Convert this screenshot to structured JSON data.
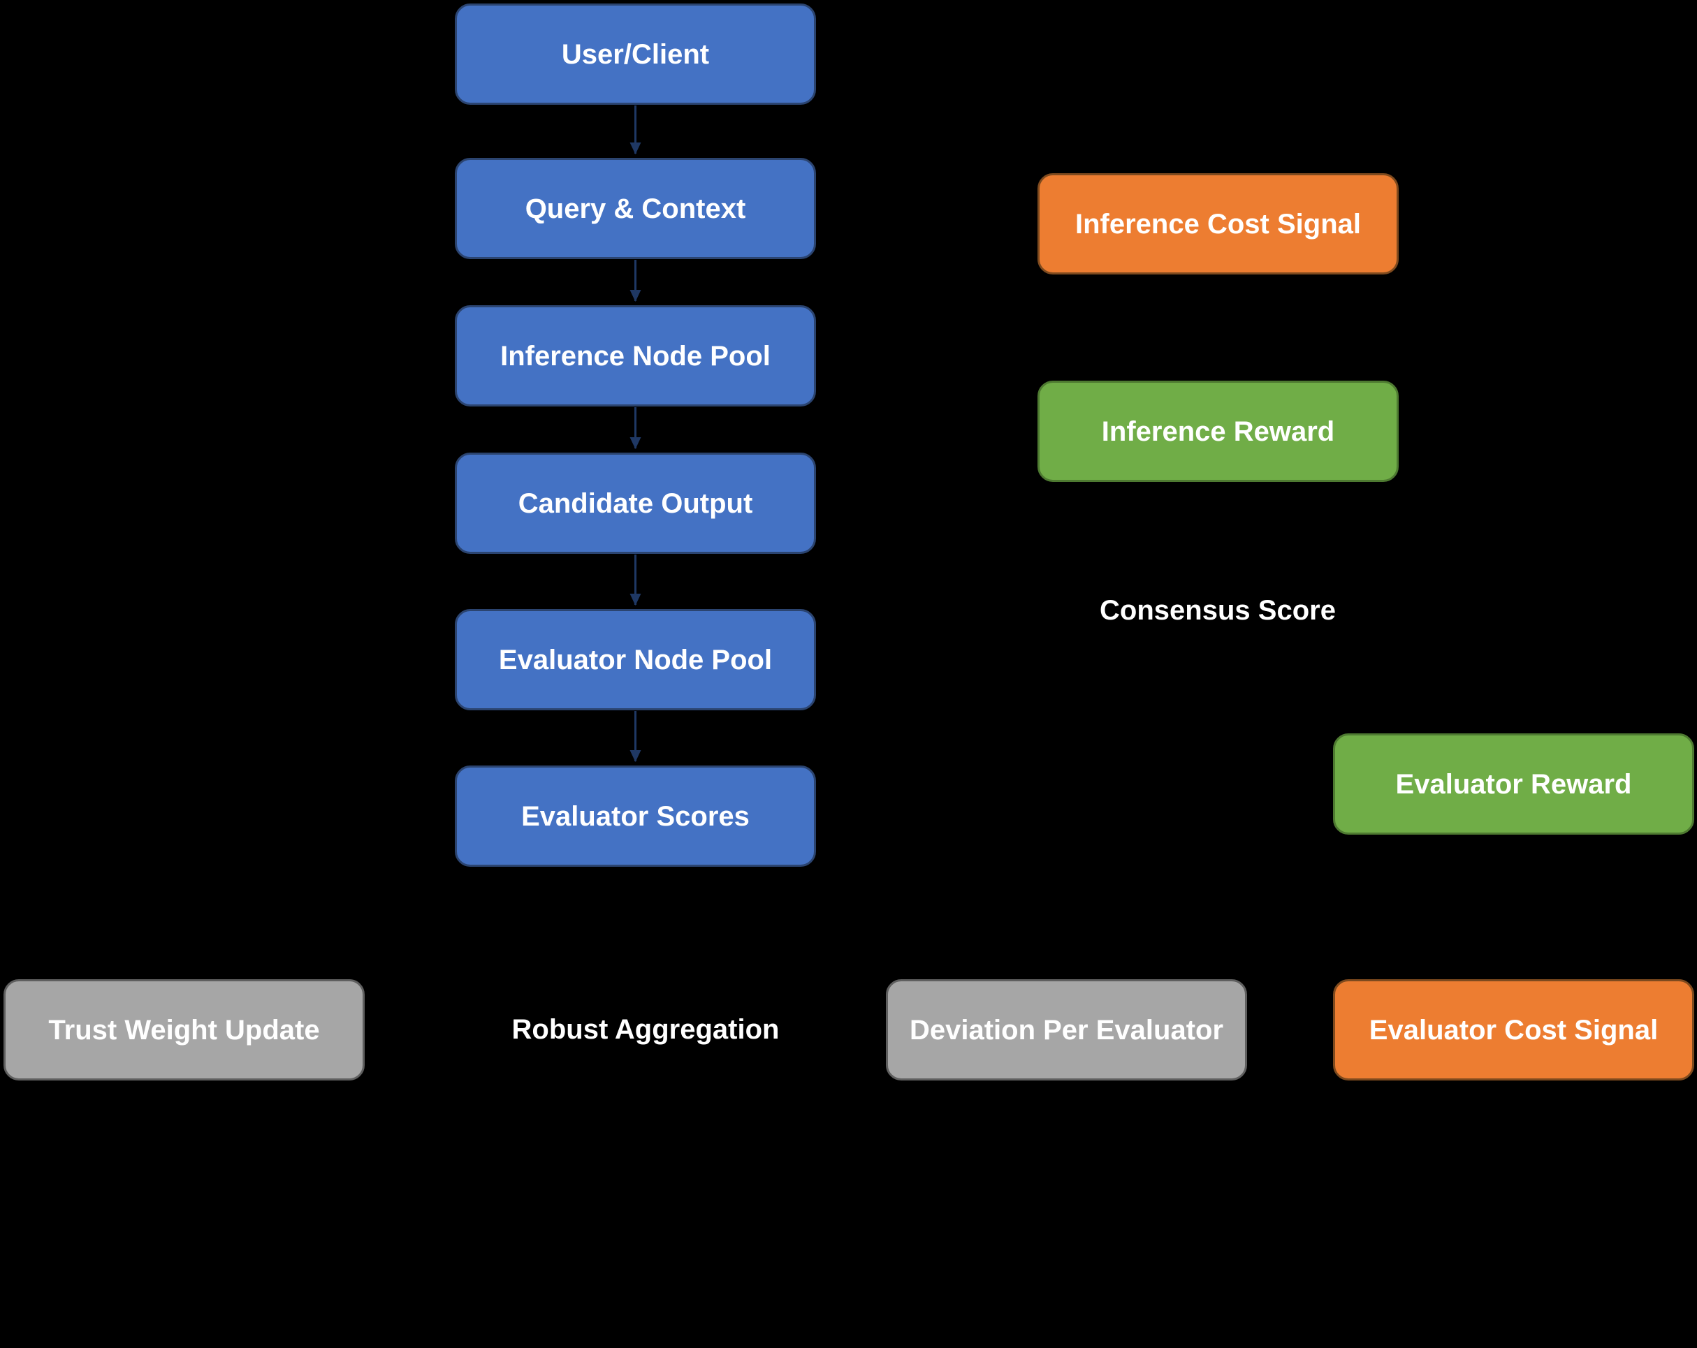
{
  "nodes": {
    "user_client": "User/Client",
    "query_context": "Query & Context",
    "inference_node_pool": "Inference Node Pool",
    "candidate_output": "Candidate Output",
    "evaluator_node_pool": "Evaluator Node Pool",
    "evaluator_scores": "Evaluator Scores",
    "inference_cost_signal": "Inference Cost Signal",
    "inference_reward": "Inference Reward",
    "evaluator_reward": "Evaluator Reward",
    "trust_weight_update": "Trust Weight Update",
    "deviation_per_evaluator": "Deviation Per Evaluator",
    "evaluator_cost_signal": "Evaluator Cost Signal"
  },
  "floating_labels": {
    "consensus_score": "Consensus Score",
    "robust_aggregation": "Robust Aggregation"
  },
  "edges": [
    {
      "from": "User/Client",
      "to": "Query & Context"
    },
    {
      "from": "Query & Context",
      "to": "Inference Node Pool"
    },
    {
      "from": "Inference Node Pool",
      "to": "Candidate Output"
    },
    {
      "from": "Candidate Output",
      "to": "Evaluator Node Pool"
    },
    {
      "from": "Evaluator Node Pool",
      "to": "Evaluator Scores"
    }
  ],
  "colors": {
    "background": "#000000",
    "process_blue": "#4472C4",
    "process_blue_border": "#2B4470",
    "cost_orange": "#ED7D31",
    "cost_orange_border": "#7E4A1E",
    "reward_green": "#70AD47",
    "reward_green_border": "#4E7A31",
    "neutral_gray": "#A6A6A6",
    "neutral_gray_border": "#5F5F5F",
    "arrow": "#1F3864",
    "text": "#FFFFFF"
  }
}
